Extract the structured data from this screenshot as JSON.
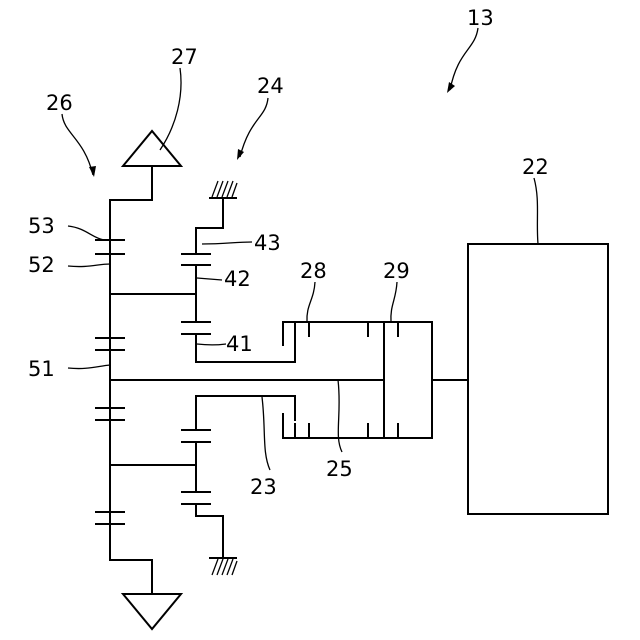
{
  "labels": {
    "l13": "13",
    "l22": "22",
    "l23": "23",
    "l24": "24",
    "l25": "25",
    "l26": "26",
    "l27": "27",
    "l28": "28",
    "l29": "29",
    "l41": "41",
    "l42": "42",
    "l43": "43",
    "l51": "51",
    "l52": "52",
    "l53": "53"
  }
}
